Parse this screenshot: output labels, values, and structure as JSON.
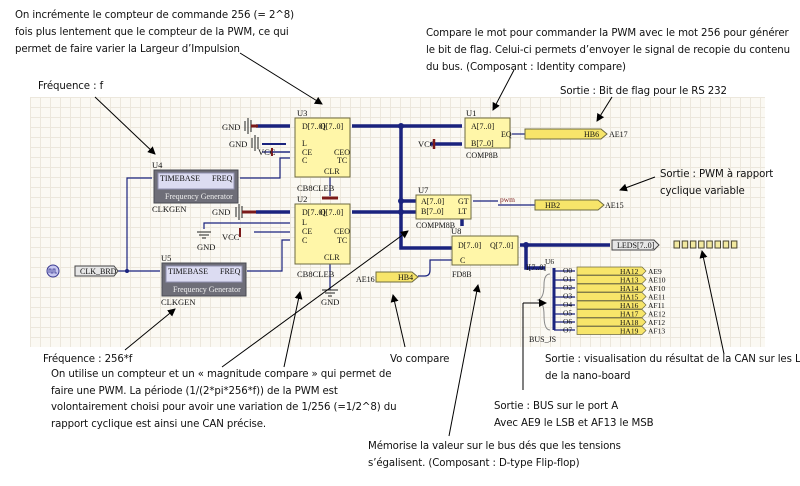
{
  "annotations": {
    "counter_note": [
      "On incrémente le compteur de commande 256 (= 2^8)",
      "fois plus lentement que le compteur de la PWM, ce qui",
      "permet de faire varier la Largeur d’Impulsion"
    ],
    "compare_note": [
      "Compare le mot pour commander la PWM avec le mot 256 pour générer",
      "le bit de flag. Celui-ci permets d’envoyer le signal de recopie du contenu",
      "du bus. (Composant : Identity compare)"
    ],
    "flag_out": "Sortie : Bit de flag pour le RS 232",
    "freq_f": "Fréquence : f",
    "pwm_out": [
      "Sortie : PWM à rapport",
      "cyclique variable"
    ],
    "freq_256f": "Fréquence : 256*f",
    "magnitude_note": [
      "On utilise un compteur et un « magnitude compare » qui permet de",
      "faire une PWM. La période (1/(2*pi*256*f)) de la PWM est",
      "volontairement choisi pour avoir une variation de 1/256 (=1/2^8) du",
      "rapport cyclique est ainsi une CAN précise."
    ],
    "vo_compare": "Vo compare",
    "led_out": [
      "Sortie : visualisation du résultat de la CAN sur les LED",
      "de la nano-board"
    ],
    "bus_out": [
      "Sortie : BUS sur le port A",
      "Avec AE9 le LSB et AF13 le MSB"
    ],
    "memo_note": [
      "Mémorise la valeur sur le bus dés que les tensions",
      "s’égalisent. (Composant : D-type Flip-flop)"
    ]
  },
  "schematic": {
    "components": {
      "U4": {
        "ref": "U4",
        "type": "CLKGEN",
        "pin_in": "TIMEBASE",
        "pin_out": "FREQ",
        "caption": "Frequency Generator"
      },
      "U5": {
        "ref": "U5",
        "type": "CLKGEN",
        "pin_in": "TIMEBASE",
        "pin_out": "FREQ",
        "caption": "Frequency Generator"
      },
      "U3": {
        "ref": "U3",
        "type": "CB8CLEB",
        "pins": [
          "D[7..0]",
          "Q[7..0]",
          "L",
          "CE",
          "CEO",
          "C",
          "TC",
          "CLR"
        ]
      },
      "U2": {
        "ref": "U2",
        "type": "CB8CLEB",
        "pins": [
          "D[7..0]",
          "Q[7..0]",
          "L",
          "CE",
          "CEO",
          "C",
          "TC",
          "CLR"
        ]
      },
      "U1": {
        "ref": "U1",
        "type": "COMP8B",
        "pins": [
          "A[7..0]",
          "B[7..0]",
          "EQ"
        ]
      },
      "U7": {
        "ref": "U7",
        "type": "COMPM8B",
        "pins": [
          "A[7..0]",
          "B[7..0]",
          "GT",
          "LT"
        ]
      },
      "U8": {
        "ref": "U8",
        "type": "FD8B",
        "pins": [
          "D[7..0]",
          "Q[7..0]",
          "C"
        ]
      },
      "U6": {
        "ref": "U6",
        "type": "BUS_JS",
        "in": "I[7..0]",
        "outs": [
          "O0",
          "O1",
          "O2",
          "O3",
          "O4",
          "O5",
          "O6",
          "O7"
        ]
      }
    },
    "power": {
      "gnd": "GND",
      "vcc": "VCC"
    },
    "net_pwm": "pwm",
    "ports": {
      "clk": "CLK_BRD",
      "leds": "LEDS[7..0]",
      "flag": {
        "name": "HB6",
        "pin": "AE17"
      },
      "pwm": {
        "name": "HB2",
        "pin": "AE15"
      },
      "vo": {
        "name": "HB4",
        "pin": "AE16"
      },
      "bus": [
        {
          "name": "HA12",
          "pin": "AE9"
        },
        {
          "name": "HA13",
          "pin": "AE10"
        },
        {
          "name": "HA14",
          "pin": "AF10"
        },
        {
          "name": "HA15",
          "pin": "AE11"
        },
        {
          "name": "HA16",
          "pin": "AF11"
        },
        {
          "name": "HA17",
          "pin": "AE12"
        },
        {
          "name": "HA18",
          "pin": "AF12"
        },
        {
          "name": "HA19",
          "pin": "AF13"
        }
      ]
    },
    "led_count": 8
  },
  "colors": {
    "bus": "#1a237e",
    "wire": "#1a237e",
    "power": "#7b1a1a",
    "block_fill": "#fff6a8",
    "port_fill": "#f7e56a",
    "clkgen_fill": "#6e6e78",
    "grid_bg": "#fbf9f3"
  }
}
